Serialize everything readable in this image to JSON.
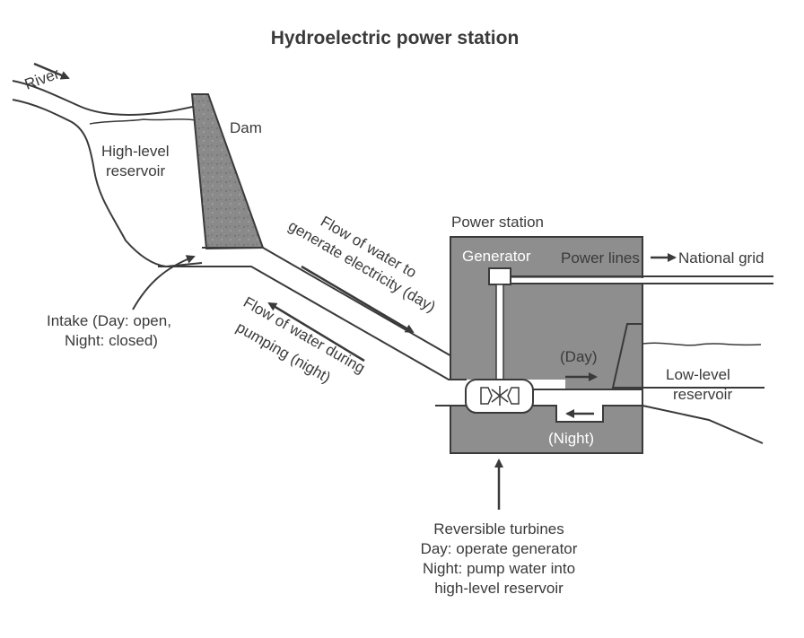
{
  "title": "Hydroelectric power station",
  "labels": {
    "river": "River",
    "dam": "Dam",
    "high_reservoir_1": "High-level",
    "high_reservoir_2": "reservoir",
    "intake_1": "Intake (Day: open,",
    "intake_2": "Night: closed)",
    "flow_gen_1": "Flow of water to",
    "flow_gen_2": "generate electricity (day)",
    "flow_pump_1": "Flow of water during",
    "flow_pump_2": "pumping (night)",
    "power_station": "Power station",
    "generator": "Generator",
    "power_lines": "Power lines",
    "national_grid": "National grid",
    "day": "(Day)",
    "night": "(Night)",
    "low_reservoir_1": "Low-level",
    "low_reservoir_2": "reservoir",
    "turbines_1": "Reversible turbines",
    "turbines_2": "Day: operate generator",
    "turbines_3": "Night: pump water into",
    "turbines_4": "high-level reservoir"
  },
  "colors": {
    "ink": "#3a3a3a",
    "station_fill": "#8e8e8e",
    "dam_fill": "#8a8a8a",
    "background": "#ffffff"
  }
}
